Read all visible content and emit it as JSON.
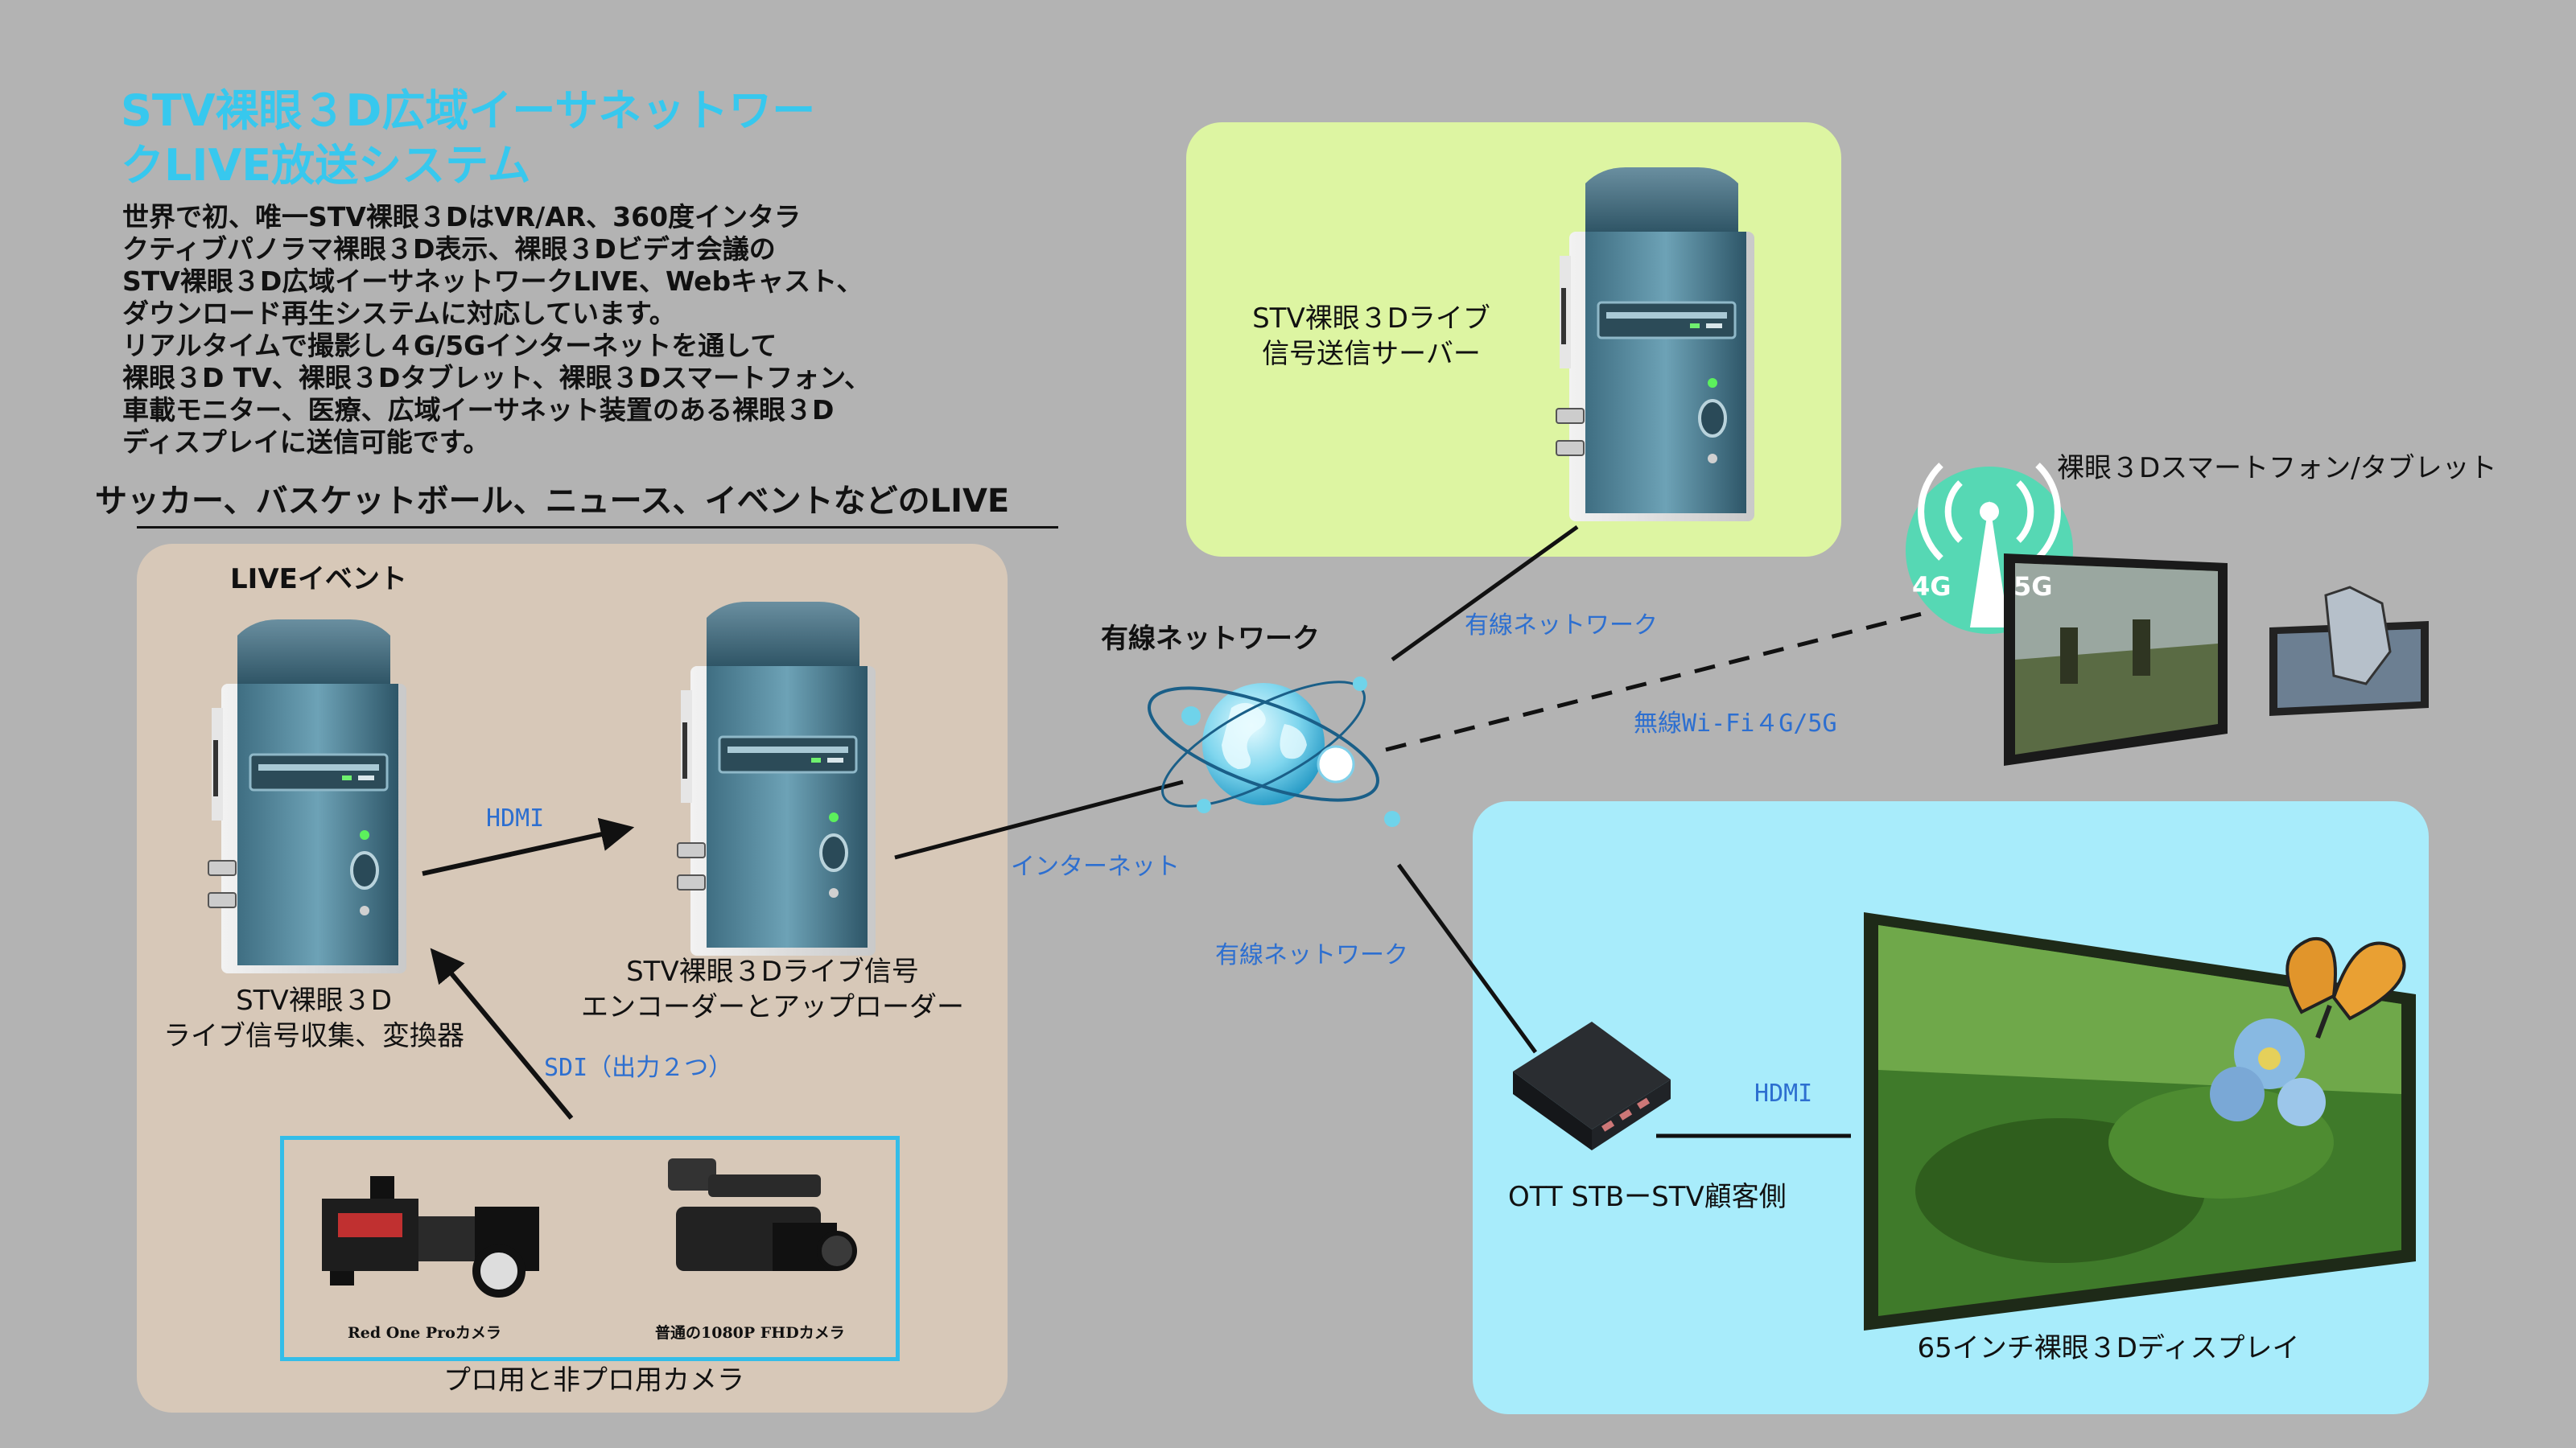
{
  "title_lines": [
    "STV裸眼３D広域イーサネットワー",
    "クLIVE放送システム"
  ],
  "intro_lines": [
    "世界で初、唯一STV裸眼３DはVR/AR、360度インタラ",
    "クティブパノラマ裸眼３D表示、裸眼３Dビデオ会議の",
    "STV裸眼３D広域イーサネットワークLIVE、Webキャスト、",
    "ダウンロード再生システムに対応しています。",
    "リアルタイムで撮影し４G/5Gインターネットを通して",
    "裸眼３D TV、裸眼３Dタブレット、裸眼３Dスマートフォン、",
    "車載モニター、医療、広域イーサネット装置のある裸眼３D",
    "ディスプレイに送信可能です。"
  ],
  "subheading": "サッカー、バスケットボール、ニュース、イベントなどのLIVE",
  "live_event_label": "LIVEイベント",
  "converter_lines": [
    "STV裸眼３D",
    "ライブ信号収集、変換器"
  ],
  "encoder_lines": [
    "STV裸眼３Dライブ信号",
    "エンコーダーとアップローダー"
  ],
  "server_lines": [
    "STV裸眼３Dライブ",
    "信号送信サーバー"
  ],
  "camera_group_label": "プロ用と非プロ用カメラ",
  "camera_captions": [
    "Red One Proカメラ",
    "普通の1080P FHDカメラ"
  ],
  "smartphone_label": "裸眼３Dスマートフォン/タブレット",
  "signal_badge": [
    "4G",
    "5G"
  ],
  "stb_label": "OTT STBーSTV顧客側",
  "display_label": "65インチ裸眼３Dディスプレイ",
  "wired_network_heading": "有線ネットワーク",
  "connections": {
    "hdmi_top": "HDMI",
    "sdi": "SDI（出力２つ）",
    "internet": "インターネット",
    "wired_network_top": "有線ネットワーク",
    "wireless": "無線Wi-Fi４G/5G",
    "wired_network_bottom": "有線ネットワーク",
    "hdmi_bottom": "HDMI"
  },
  "colors": {
    "background": "#b3b3b3",
    "title": "#37c8ee",
    "connection_label": "#2d6fd0",
    "live_panel": "#d7c8b8",
    "server_panel": "#ddf5a2",
    "display_panel": "#a8ecfb",
    "camera_box_border": "#33bde8"
  },
  "icons": [
    "server-tower-icon",
    "globe-network-icon",
    "signal-tower-icon",
    "set-top-box-icon",
    "cinema-camera-icon",
    "camcorder-icon",
    "flat-display-icon",
    "tablet-icon",
    "butterfly-icon",
    "flower-icon"
  ]
}
